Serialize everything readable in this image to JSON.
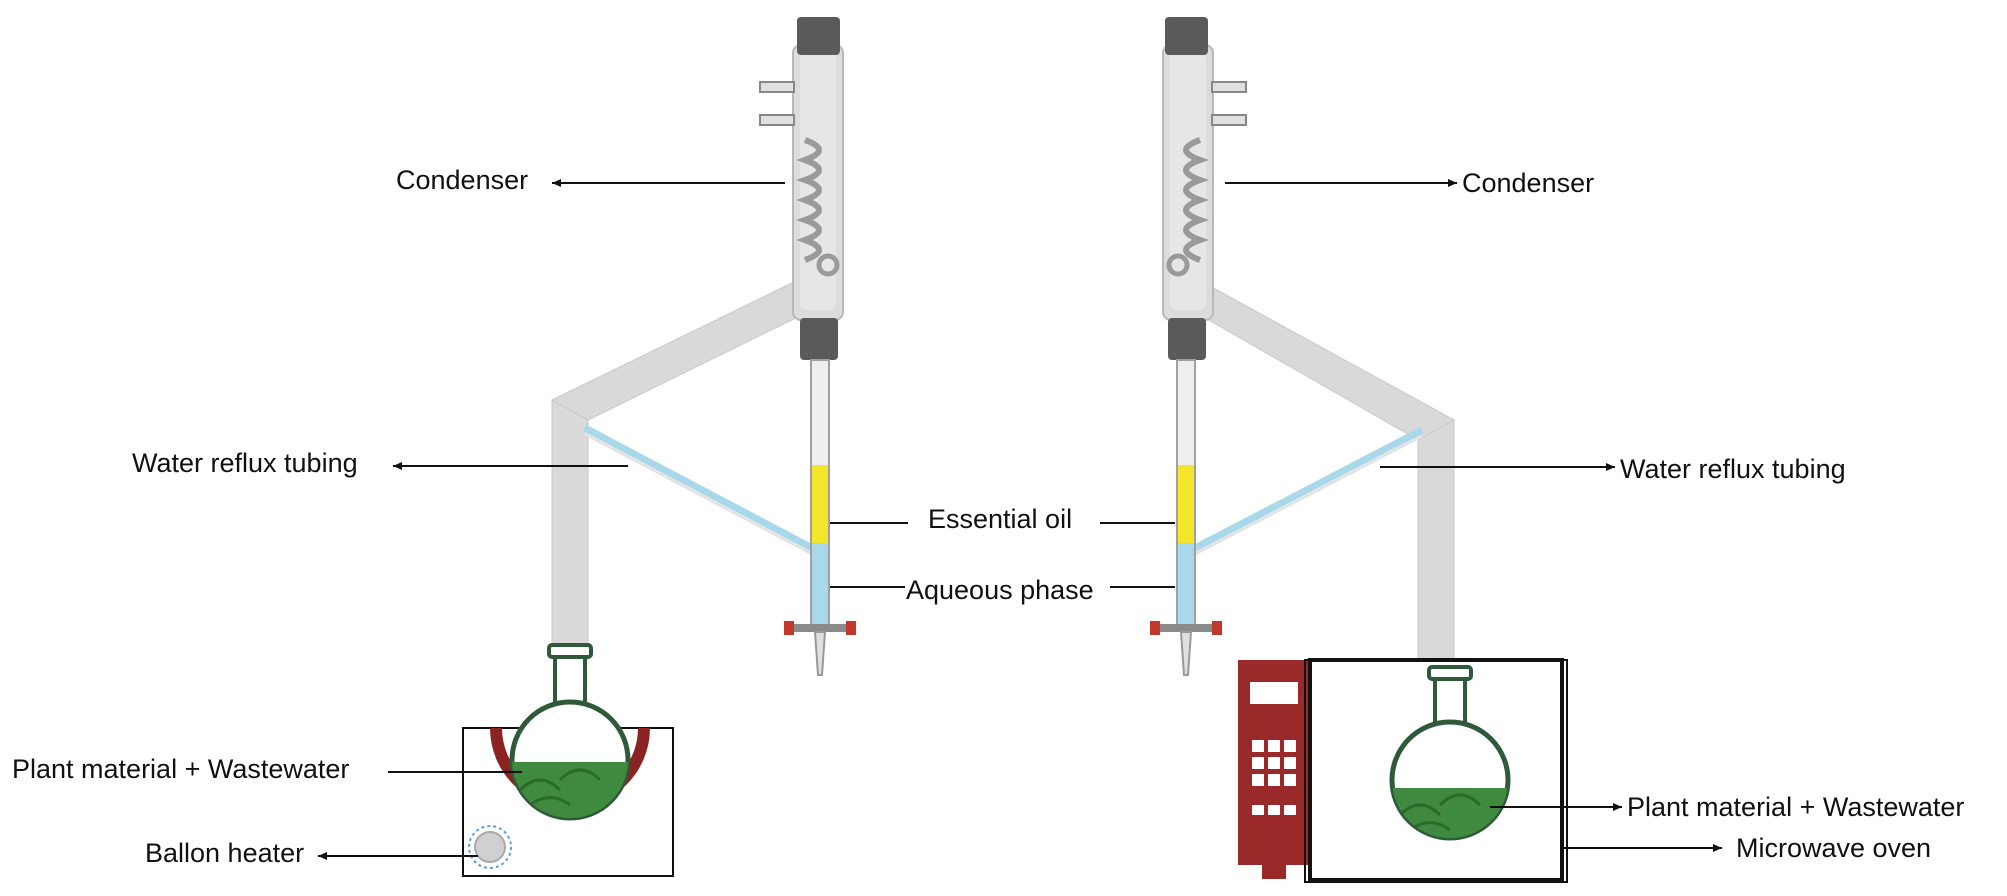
{
  "left_setup": {
    "condenser_label": "Condenser",
    "tubing_label": "Water reflux tubing",
    "flask_label": "Plant material + Wastewater",
    "heater_label": "Ballon heater"
  },
  "shared": {
    "oil_label": "Essential oil",
    "aqueous_label": "Aqueous phase"
  },
  "right_setup": {
    "condenser_label": "Condenser",
    "tubing_label": "Water reflux tubing",
    "flask_label": "Plant material + Wastewater",
    "oven_label": "Microwave oven"
  },
  "colors": {
    "glass": "#d9d9d9",
    "stopper": "#5a5a5a",
    "oil": "#f2e52a",
    "aqueous": "#a9d8ea",
    "mantle": "#8b2323",
    "oven_body": "#9a2a2a",
    "leaves": "#3f8a3f",
    "flask_outline": "#2f5a3a"
  }
}
